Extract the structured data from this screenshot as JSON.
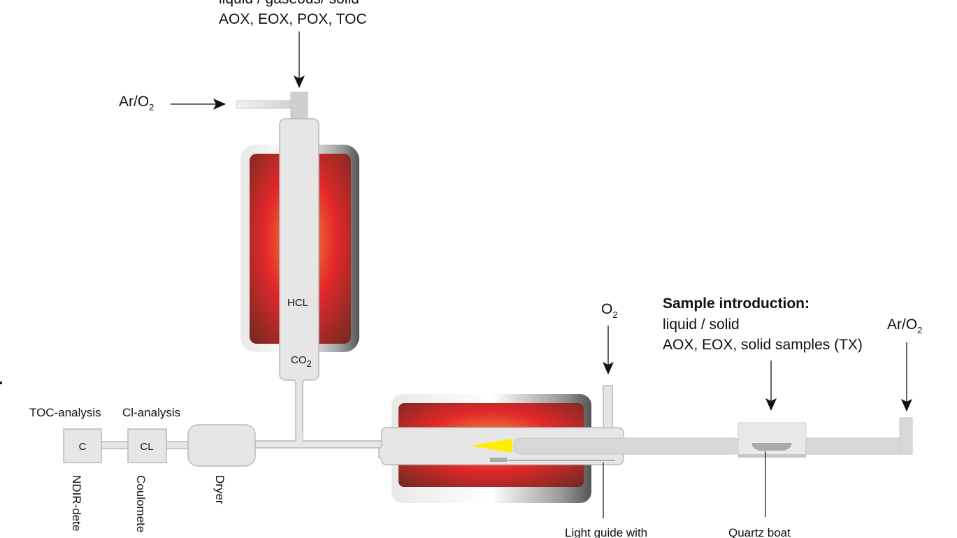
{
  "top_inlet": {
    "line1": "liquid / gaseous/ solid",
    "line2": "AOX, EOX, POX, TOC"
  },
  "gas_top": {
    "base": "Ar/O",
    "sub": "2"
  },
  "vertical_furnace": {
    "hcl": "HCL",
    "co2_base": "CO",
    "co2_sub": "2"
  },
  "oxygen_inlet": {
    "base": "O",
    "sub": "2"
  },
  "sample_introduction": {
    "title": "Sample introduction:",
    "line1": "liquid / solid",
    "line2": "AOX, EOX, solid samples (TX)"
  },
  "gas_right": {
    "base": "Ar/O",
    "sub": "2"
  },
  "analysis": {
    "toc": "TOC-analysis",
    "cl": "Cl-analysis",
    "c_box": "C",
    "cl_box": "CL"
  },
  "components": {
    "ndir": "NDIR-dete",
    "coulometer": "Coulomete",
    "dryer": "Dryer",
    "light_guide": "Light guide with",
    "quartz_boat": "Quartz boat"
  },
  "colors": {
    "furnace_center": "#ee9a3c",
    "furnace_mid": "#e4282a",
    "furnace_edge": "#8c2a1e",
    "flame": "#ffee00"
  }
}
